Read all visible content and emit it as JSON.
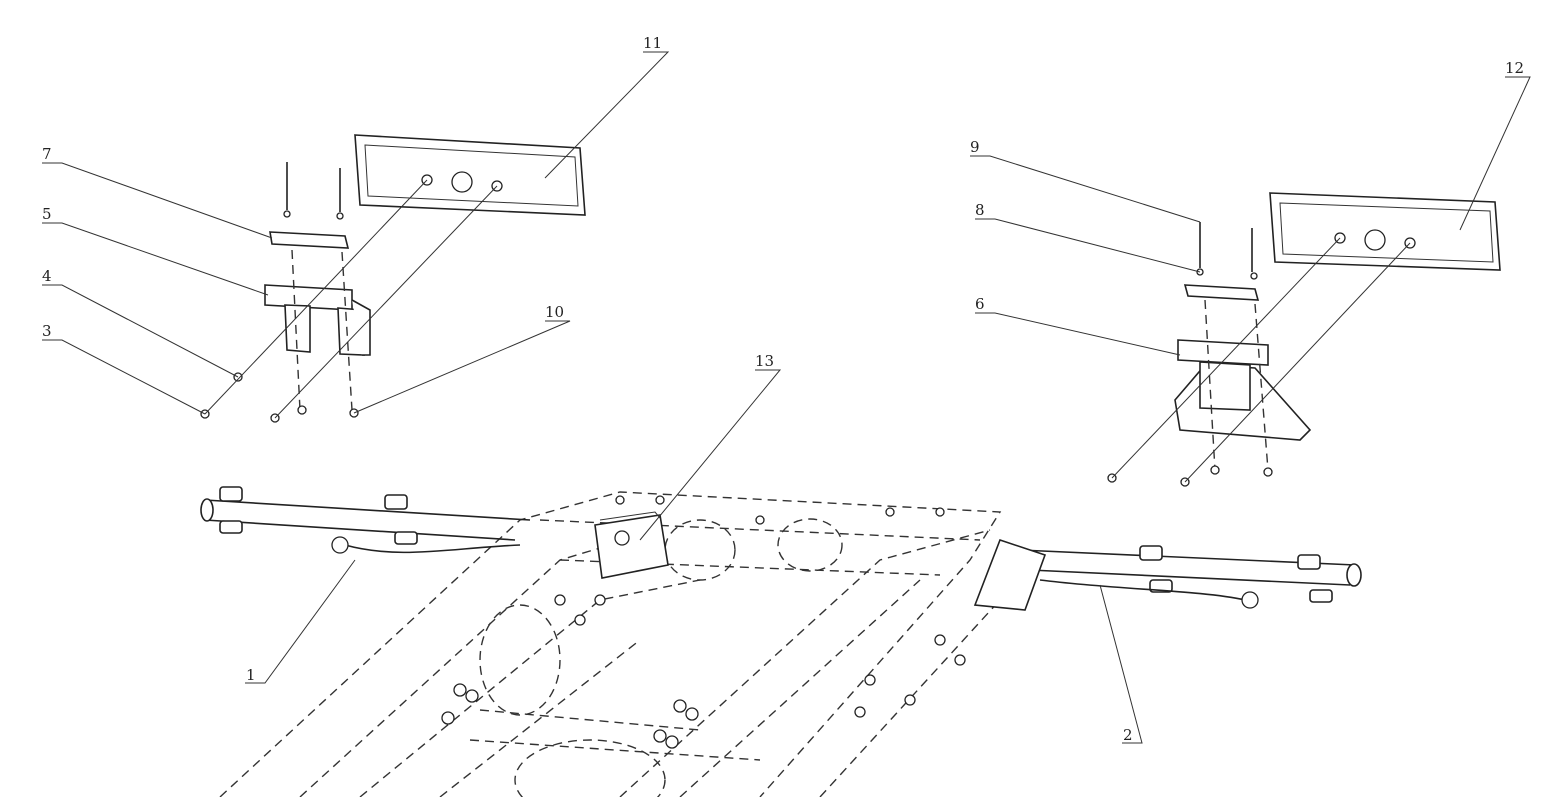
{
  "diagram": {
    "callouts": [
      {
        "id": "1",
        "label": "1"
      },
      {
        "id": "2",
        "label": "2"
      },
      {
        "id": "3",
        "label": "3"
      },
      {
        "id": "4",
        "label": "4"
      },
      {
        "id": "5",
        "label": "5"
      },
      {
        "id": "6",
        "label": "6"
      },
      {
        "id": "7",
        "label": "7"
      },
      {
        "id": "8",
        "label": "8"
      },
      {
        "id": "9",
        "label": "9"
      },
      {
        "id": "10",
        "label": "10"
      },
      {
        "id": "11",
        "label": "11"
      },
      {
        "id": "12",
        "label": "12"
      },
      {
        "id": "13",
        "label": "13"
      }
    ],
    "colors": {
      "ink": "#222222",
      "background": "#ffffff"
    }
  }
}
